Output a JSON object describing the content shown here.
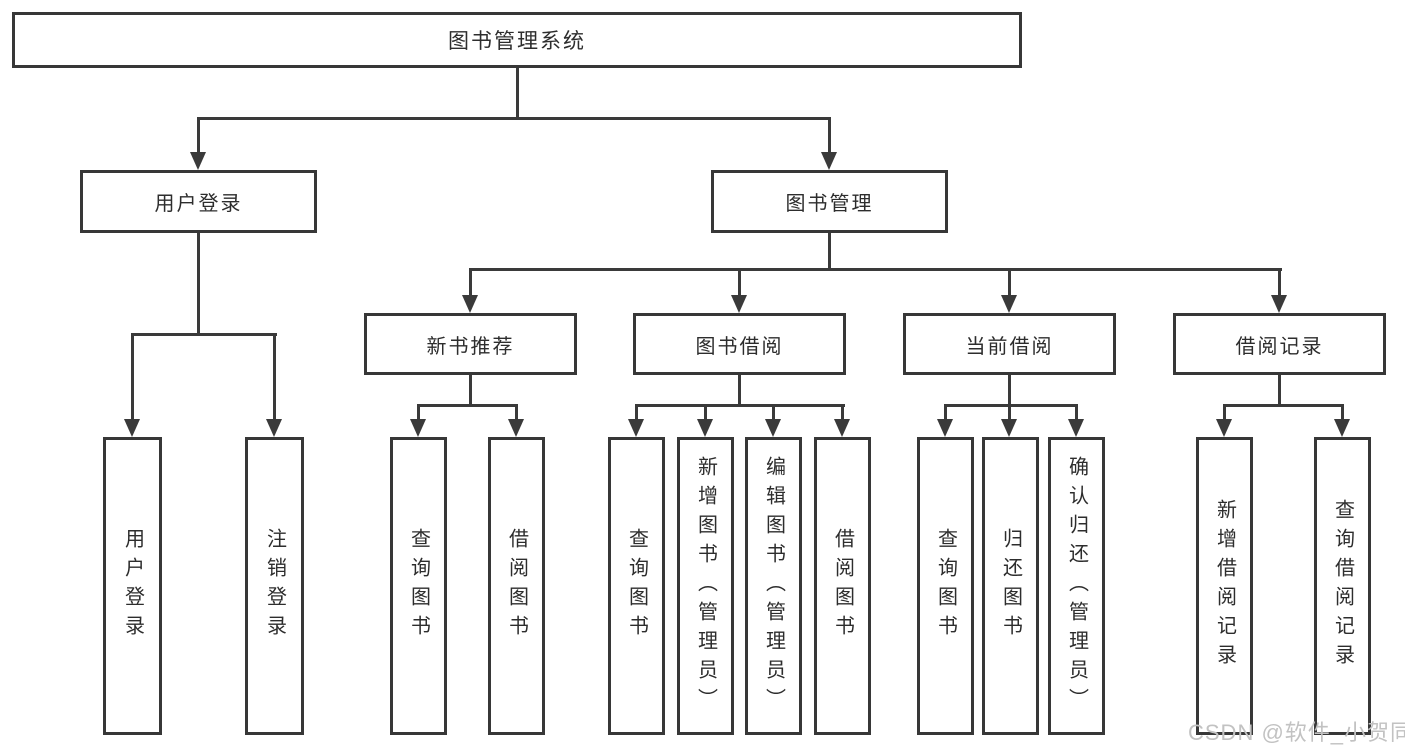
{
  "tree": {
    "root": {
      "label": "图书管理系统"
    },
    "branches": [
      {
        "label": "用户登录",
        "children": [
          {
            "label": "用户登录"
          },
          {
            "label": "注销登录"
          }
        ]
      },
      {
        "label": "图书管理",
        "children": [
          {
            "label": "新书推荐",
            "children": [
              {
                "label": "查询图书"
              },
              {
                "label": "借阅图书"
              }
            ]
          },
          {
            "label": "图书借阅",
            "children": [
              {
                "label": "查询图书"
              },
              {
                "label": "新增图书（管理员）"
              },
              {
                "label": "编辑图书（管理员）"
              },
              {
                "label": "借阅图书"
              }
            ]
          },
          {
            "label": "当前借阅",
            "children": [
              {
                "label": "查询图书"
              },
              {
                "label": "归还图书"
              },
              {
                "label": "确认归还（管理员）"
              }
            ]
          },
          {
            "label": "借阅记录",
            "children": [
              {
                "label": "新增借阅记录"
              },
              {
                "label": "查询借阅记录"
              }
            ]
          }
        ]
      }
    ]
  },
  "watermark": "CSDN @软件_小贺同学",
  "colors": {
    "line": "#3a3a3a",
    "box_border": "#373737",
    "box_fill": "#ffffff",
    "text": "#2d2d2d",
    "watermark": "#c2c2c2",
    "background": "#ffffff"
  }
}
